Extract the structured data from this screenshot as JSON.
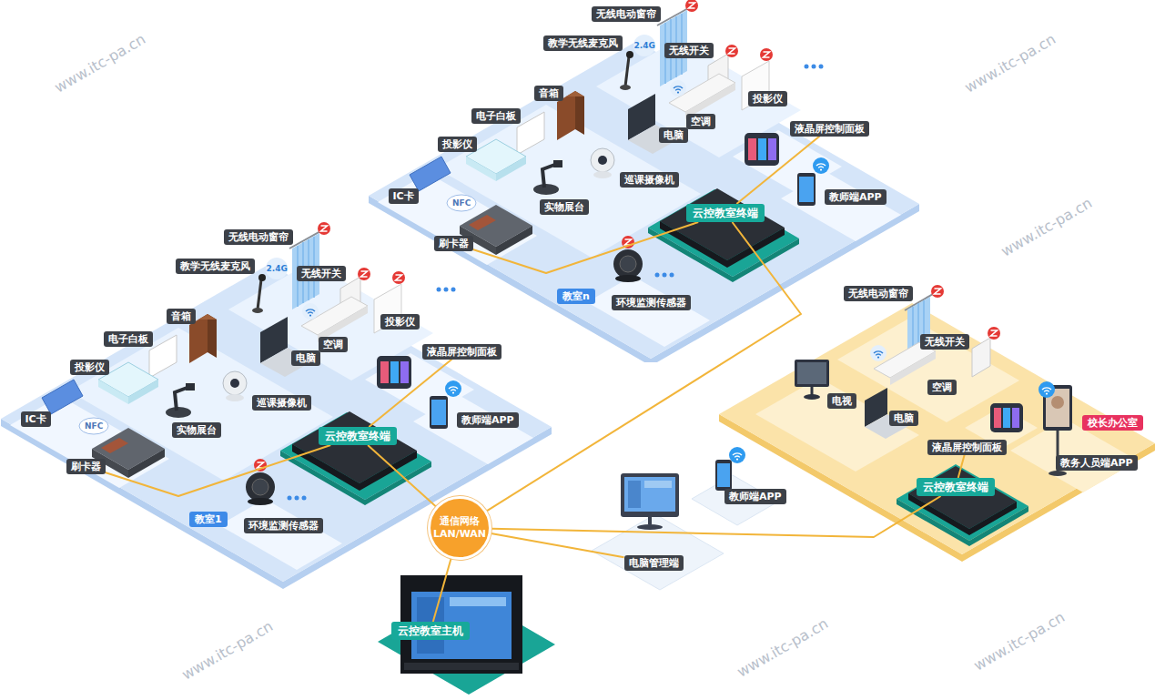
{
  "diagram": {
    "nodes": [
      {
        "text": [
          "教室n"
        ]
      },
      {
        "text": [
          "无线电动窗帘"
        ],
        "in": 0
      },
      {
        "text": [
          "教学无线麦克风"
        ],
        "in": 0
      },
      {
        "text": [
          "无线开关"
        ],
        "in": 0
      },
      {
        "text": [
          "音箱"
        ],
        "in": 0
      },
      {
        "text": [
          "投影仪"
        ],
        "in": 0
      },
      {
        "text": [
          "电子白板"
        ],
        "in": 0
      },
      {
        "text": [
          "空调"
        ],
        "in": 0
      },
      {
        "text": [
          "液晶屏控制面板"
        ],
        "in": 0
      },
      {
        "text": [
          "电脑"
        ],
        "in": 0
      },
      {
        "text": [
          "投影仪"
        ],
        "in": 0
      },
      {
        "text": [
          "巡课摄像机"
        ],
        "in": 0
      },
      {
        "text": [
          "IC卡"
        ],
        "in": 0
      },
      {
        "text": [
          "教师端APP"
        ],
        "in": 0
      },
      {
        "text": [
          "实物展台"
        ],
        "in": 0
      },
      {
        "text": [
          "云控教室终端"
        ],
        "in": 0
      },
      {
        "text": [
          "刷卡器"
        ],
        "in": 0
      },
      {
        "text": [
          "环境监测传感器"
        ],
        "in": 0
      },
      {
        "text": [
          "教室1"
        ]
      },
      {
        "text": [
          "无线电动窗帘"
        ],
        "in": 18
      },
      {
        "text": [
          "教学无线麦克风"
        ],
        "in": 18
      },
      {
        "text": [
          "无线开关"
        ],
        "in": 18
      },
      {
        "text": [
          "音箱"
        ],
        "in": 18
      },
      {
        "text": [
          "投影仪"
        ],
        "in": 18
      },
      {
        "text": [
          "电子白板"
        ],
        "in": 18
      },
      {
        "text": [
          "空调"
        ],
        "in": 18
      },
      {
        "text": [
          "液晶屏控制面板"
        ],
        "in": 18
      },
      {
        "text": [
          "电脑"
        ],
        "in": 18
      },
      {
        "text": [
          "投影仪"
        ],
        "in": 18
      },
      {
        "text": [
          "巡课摄像机"
        ],
        "in": 18
      },
      {
        "text": [
          "IC卡"
        ],
        "in": 18
      },
      {
        "text": [
          "教师端APP"
        ],
        "in": 18
      },
      {
        "text": [
          "实物展台"
        ],
        "in": 18
      },
      {
        "text": [
          "云控教室终端"
        ],
        "in": 18
      },
      {
        "text": [
          "刷卡器"
        ],
        "in": 18
      },
      {
        "text": [
          "环境监测传感器"
        ],
        "in": 18
      },
      {
        "text": [
          "校长办公室"
        ]
      },
      {
        "text": [
          "无线电动窗帘"
        ],
        "in": 36
      },
      {
        "text": [
          "无线开关"
        ],
        "in": 36
      },
      {
        "text": [
          "空调"
        ],
        "in": 36
      },
      {
        "text": [
          "电视"
        ],
        "in": 36
      },
      {
        "text": [
          "电脑"
        ],
        "in": 36
      },
      {
        "text": [
          "液晶屏控制面板"
        ],
        "in": 36
      },
      {
        "text": [
          "教务人员端APP"
        ],
        "in": 36
      },
      {
        "text": [
          "云控教室终端"
        ],
        "in": 36
      },
      {
        "text": [
          "通信网络 LAN/WAN"
        ]
      },
      {
        "text": [
          "教师端APP"
        ]
      },
      {
        "text": [
          "电脑管理端"
        ]
      },
      {
        "text": [
          "云控教室主机"
        ]
      }
    ],
    "edges": [
      {
        "from": 16,
        "to": 15,
        "arrow": "none"
      },
      {
        "from": 8,
        "to": 15,
        "arrow": "none"
      },
      {
        "from": 15,
        "to": 45,
        "arrow": "none"
      },
      {
        "from": 34,
        "to": 33,
        "arrow": "none"
      },
      {
        "from": 26,
        "to": 33,
        "arrow": "none"
      },
      {
        "from": 33,
        "to": 45,
        "arrow": "none"
      },
      {
        "from": 42,
        "to": 44,
        "arrow": "none"
      },
      {
        "from": 44,
        "to": 45,
        "arrow": "none"
      },
      {
        "from": 45,
        "to": 48,
        "arrow": "none"
      },
      {
        "from": 45,
        "to": 47,
        "arrow": "none"
      }
    ],
    "labels": [
      "NFC",
      "2.4G",
      "NFC",
      "2.4G",
      "www.itc-pa.cn",
      "www.itc-pa.cn",
      "www.itc-pa.cn",
      "www.itc-pa.cn",
      "www.itc-pa.cn",
      "www.itc-pa.cn"
    ]
  }
}
